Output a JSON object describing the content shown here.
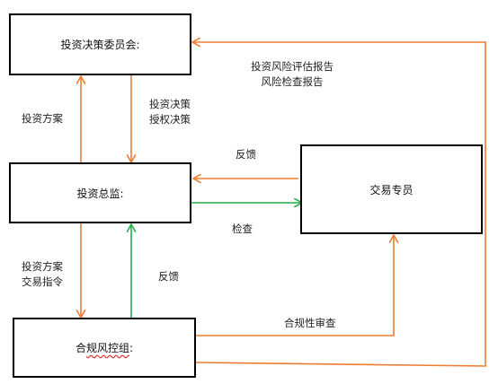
{
  "nodes": {
    "committee": "投资决策委员会:",
    "director": "投资总监:",
    "trader": "交易专员",
    "compliance": "合规风控组:"
  },
  "compliance_squiggle_part": "规风控组",
  "edges": {
    "committee_to_director": "投资决策\n授权决策",
    "director_to_committee": "投资方案",
    "trader_to_director": "反馈",
    "director_to_trader": "检查",
    "director_to_compliance": "投资方案\n交易指令",
    "compliance_to_director": "反馈",
    "compliance_to_trader": "合规性审查",
    "compliance_to_committee": "投资风险评估报告\n风险检查报告"
  },
  "colors": {
    "orange": "#ED7D31",
    "green": "#22B14C",
    "border": "#000000"
  }
}
